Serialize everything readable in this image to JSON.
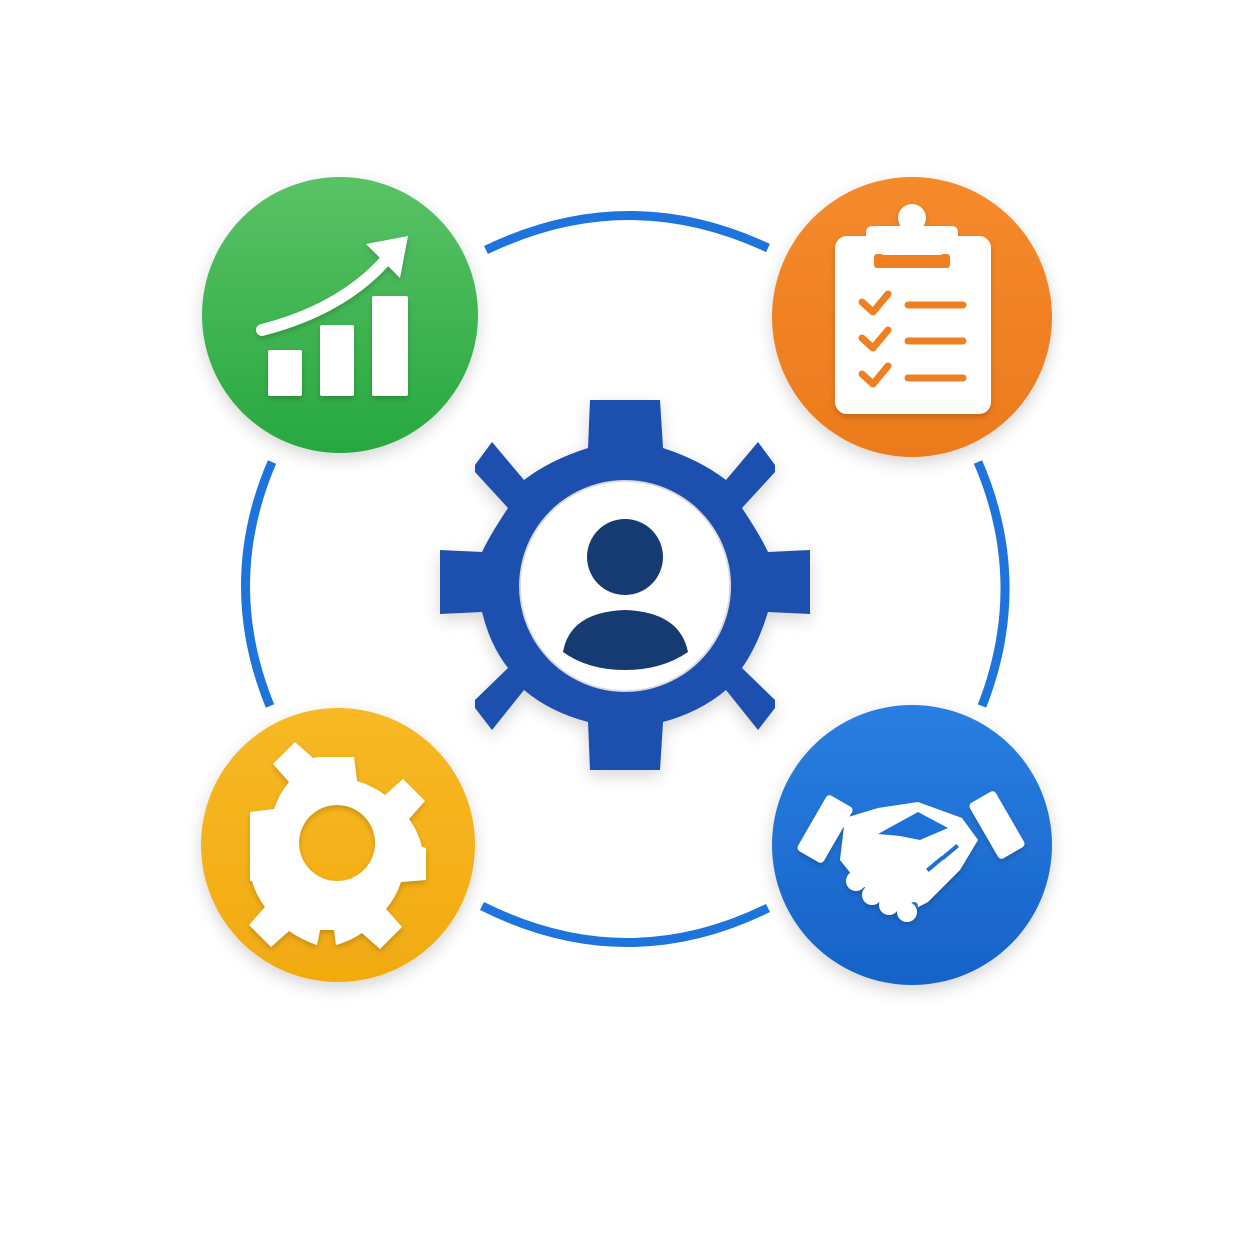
{
  "diagram": {
    "center": {
      "icon": "user-gear-icon",
      "gear_color": "#1f4fae",
      "person_color": "#123a73"
    },
    "ring": {
      "color": "#1e73dd"
    },
    "nodes": [
      {
        "id": "growth",
        "icon": "bar-chart-growth-icon",
        "color": "#3bb04e"
      },
      {
        "id": "tasks",
        "icon": "clipboard-checklist-icon",
        "color": "#f07f24"
      },
      {
        "id": "settings",
        "icon": "gear-icon",
        "color": "#f5b21a"
      },
      {
        "id": "partnership",
        "icon": "handshake-icon",
        "color": "#1e6fd6"
      }
    ]
  }
}
